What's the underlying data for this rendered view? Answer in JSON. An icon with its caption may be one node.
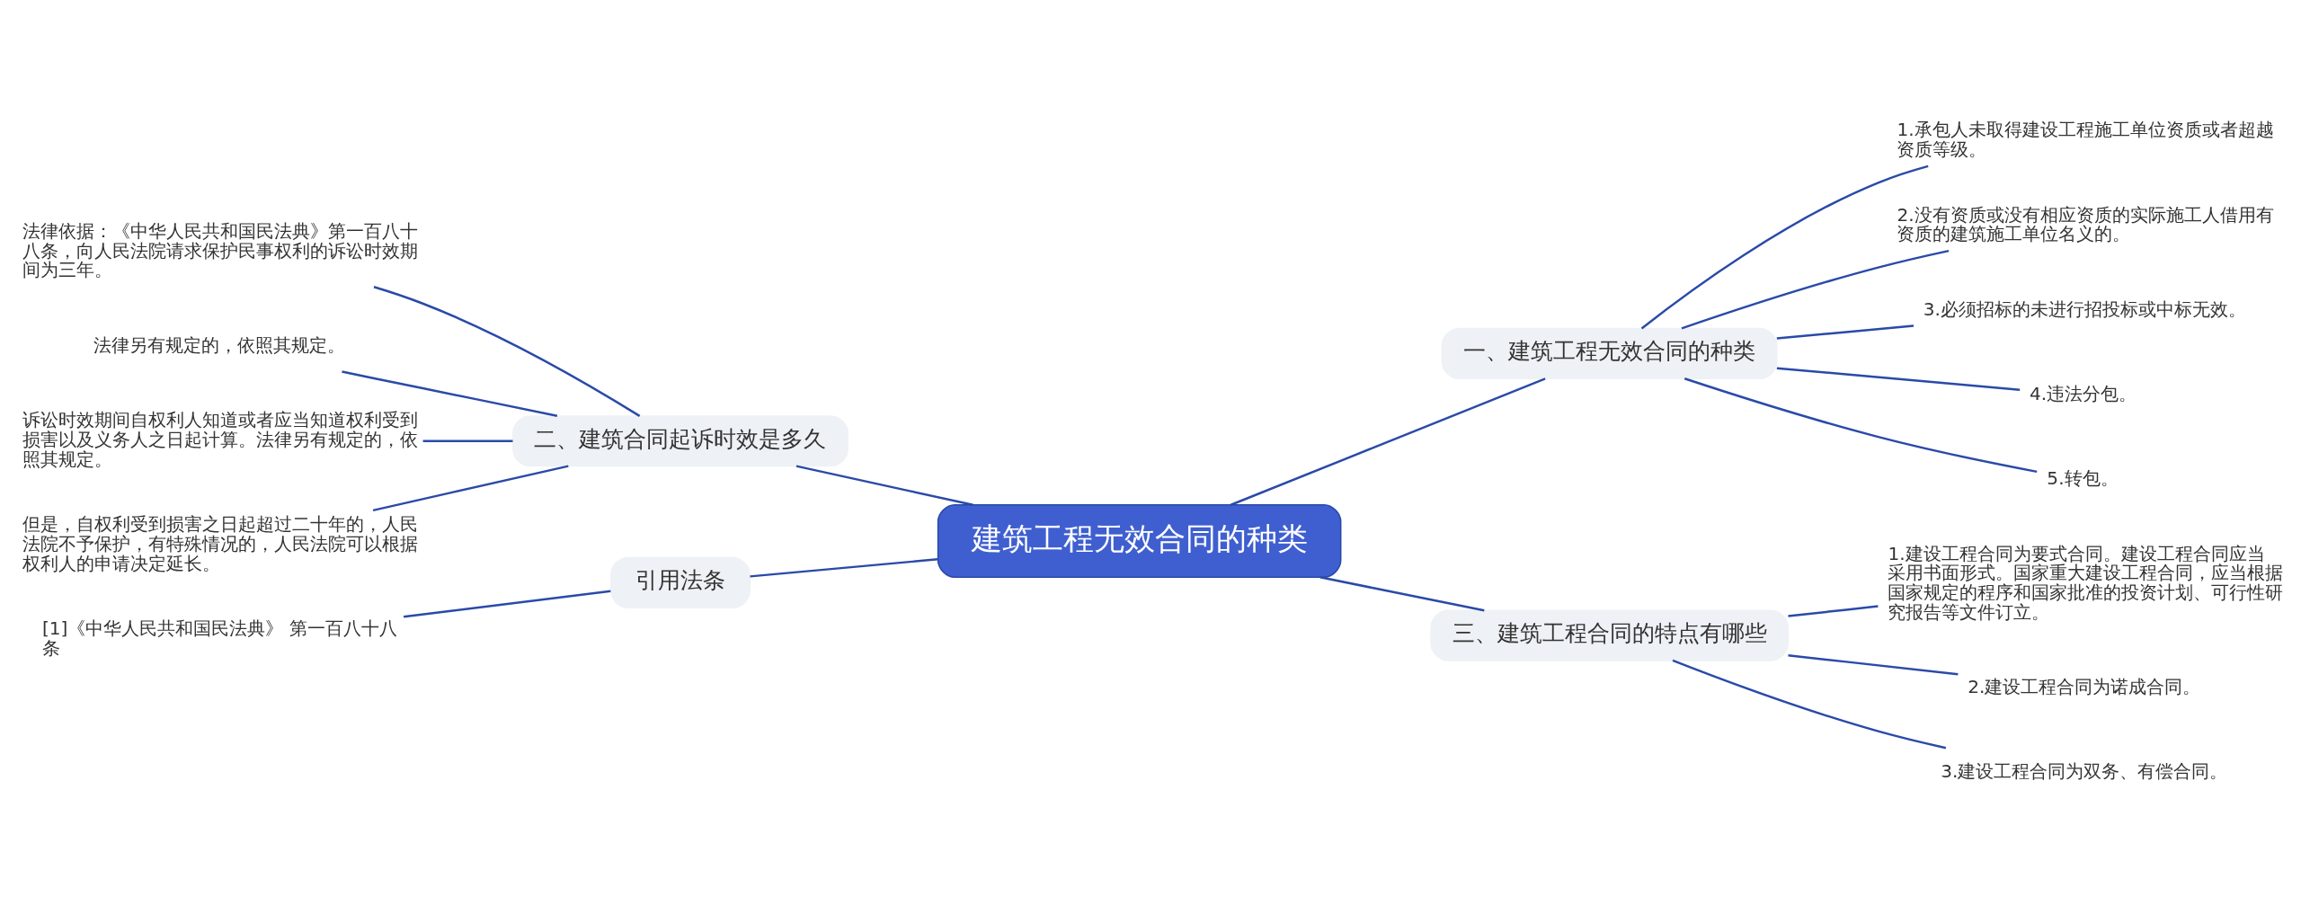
{
  "diagram": {
    "nodes": [
      {
        "text": [
          "建筑工程无效合同的种类"
        ]
      },
      {
        "text": [
          "一、建筑工程无效合同的种类"
        ]
      },
      {
        "text": [
          "1.承包人未取得建设工程施工单位资质或者超越资质等级。"
        ]
      },
      {
        "text": [
          "2.没有资质或没有相应资质的实际施工人借用有资质的建筑施工单位名义的。"
        ]
      },
      {
        "text": [
          "3.必须招标的未进行招投标或中标无效。"
        ]
      },
      {
        "text": [
          "4.违法分包。"
        ]
      },
      {
        "text": [
          "5.转包。"
        ]
      },
      {
        "text": [
          "二、建筑合同起诉时效是多久"
        ]
      },
      {
        "text": [
          "法律依据：《中华人民共和国民法典》第一百八十八条，向人民法院请求保护民事权利的诉讼时效期间为三年。"
        ]
      },
      {
        "text": [
          "法律另有规定的，依照其规定。"
        ]
      },
      {
        "text": [
          "诉讼时效期间自权利人知道或者应当知道权利受到损害以及义务人之日起计算。法律另有规定的，依照其规定。"
        ]
      },
      {
        "text": [
          "但是，自权利受到损害之日起超过二十年的，人民法院不予保护，有特殊情况的，人民法院可以根据权利人的申请决定延长。"
        ]
      },
      {
        "text": [
          "三、建筑工程合同的特点有哪些"
        ]
      },
      {
        "text": [
          "1.建设工程合同为要式合同。建设工程合同应当采用书面形式。国家重大建设工程合同，应当根据国家规定的程序和国家批准的投资计划、可行性研究报告等文件订立。"
        ]
      },
      {
        "text": [
          "2.建设工程合同为诺成合同。"
        ]
      },
      {
        "text": [
          "3.建设工程合同为双务、有偿合同。"
        ]
      },
      {
        "text": [
          "引用法条"
        ]
      },
      {
        "text": [
          "[1]《中华人民共和国民法典》 第一百八十八条"
        ]
      }
    ],
    "edges": [
      {
        "from": 0,
        "to": 1,
        "arrow": "none"
      },
      {
        "from": 1,
        "to": 2,
        "arrow": "none"
      },
      {
        "from": 1,
        "to": 3,
        "arrow": "none"
      },
      {
        "from": 1,
        "to": 4,
        "arrow": "none"
      },
      {
        "from": 1,
        "to": 5,
        "arrow": "none"
      },
      {
        "from": 1,
        "to": 6,
        "arrow": "none"
      },
      {
        "from": 7,
        "to": 0,
        "arrow": "none"
      },
      {
        "from": 8,
        "to": 7,
        "arrow": "none"
      },
      {
        "from": 9,
        "to": 7,
        "arrow": "none"
      },
      {
        "from": 10,
        "to": 7,
        "arrow": "none"
      },
      {
        "from": 11,
        "to": 7,
        "arrow": "none"
      },
      {
        "from": 0,
        "to": 12,
        "arrow": "none"
      },
      {
        "from": 12,
        "to": 13,
        "arrow": "none"
      },
      {
        "from": 12,
        "to": 14,
        "arrow": "none"
      },
      {
        "from": 12,
        "to": 15,
        "arrow": "none"
      },
      {
        "from": 16,
        "to": 0,
        "arrow": "none"
      },
      {
        "from": 17,
        "to": 16,
        "arrow": "none"
      }
    ]
  }
}
